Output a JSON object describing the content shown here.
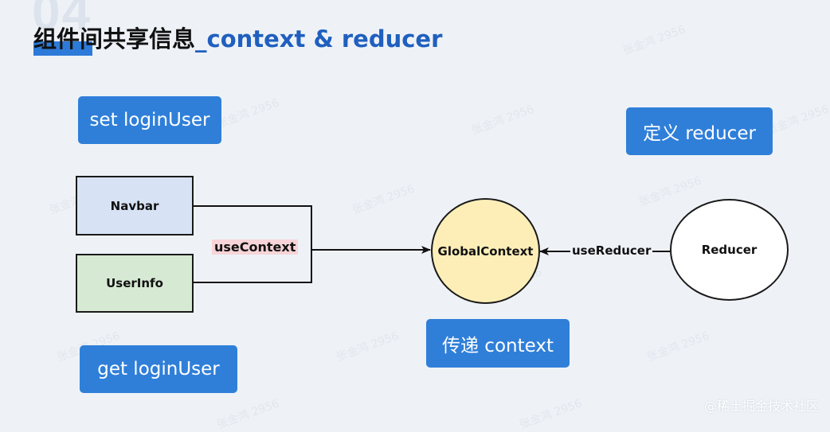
{
  "slide": {
    "number": "04",
    "title_main": "组件间共享信息",
    "title_sub": "_context & reducer",
    "watermark_text": "张金鸿 2956",
    "footer": "@稀土掘金技术社区"
  },
  "buttons": {
    "set_login_user": "set loginUser",
    "get_login_user": "get loginUser",
    "define_reducer": "定义 reducer",
    "pass_context": "传递 context"
  },
  "nodes": {
    "navbar": "Navbar",
    "userinfo": "UserInfo",
    "global_context": "GlobalContext",
    "reducer": "Reducer"
  },
  "edges": {
    "use_context": "useContext",
    "use_reducer": "useReducer"
  },
  "colors": {
    "accent_blue": "#2f7fd9",
    "navbar_fill": "#d7e3f5",
    "userinfo_fill": "#d6ead3",
    "global_context_fill": "#fdeeb8",
    "use_context_highlight": "#f7d4d8"
  }
}
